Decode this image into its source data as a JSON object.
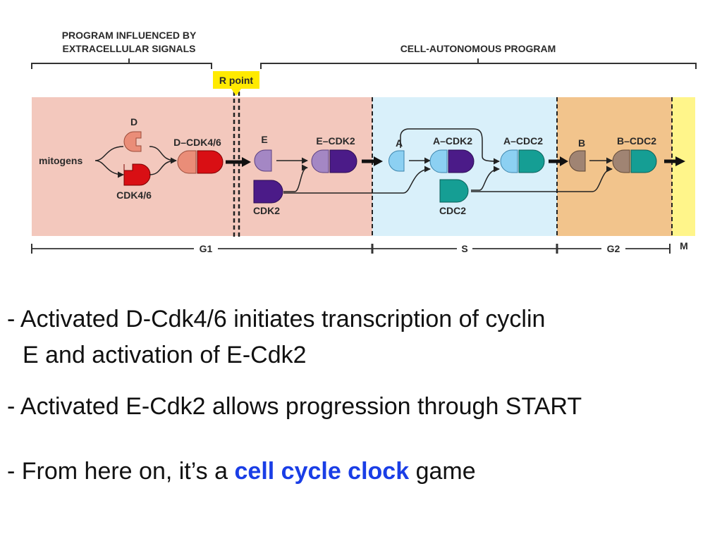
{
  "diagram": {
    "header_left": [
      "PROGRAM INFLUENCED BY",
      "EXTRACELLULAR SIGNALS"
    ],
    "header_right": "CELL-AUTONOMOUS PROGRAM",
    "r_point": "R point",
    "labels": {
      "mitogens": "mitogens",
      "D": "D",
      "CDK46": "CDK4/6",
      "D_CDK46": "D–CDK4/6",
      "E": "E",
      "CDK2": "CDK2",
      "E_CDK2": "E–CDK2",
      "A": "A",
      "A_CDK2": "A–CDK2",
      "A_CDC2": "A–CDC2",
      "CDC2": "CDC2",
      "B": "B",
      "B_CDC2": "B–CDC2"
    },
    "phases": {
      "G1": "G1",
      "S": "S",
      "G2": "G2",
      "M": "M"
    },
    "colors": {
      "g1_band": "#f3c8bd",
      "s_band": "#d9f0fa",
      "g2_band": "#f2c48c",
      "m_band": "#fff58a",
      "rpoint_box": "#ffea00",
      "cyclin_D": "#ea8d78",
      "cdk46": "#d90f14",
      "cyclin_E": "#a487c4",
      "cdk2": "#4b1b88",
      "cyclin_A": "#8cd0f2",
      "cdc2": "#159e94",
      "cyclin_B": "#a08473"
    }
  },
  "bullets": {
    "b1_line1": "- Activated D-Cdk4/6 initiates transcription of cyclin",
    "b1_line2": "E and activation of E-Cdk2",
    "b2": "- Activated E-Cdk2 allows progression through START",
    "b3_pre": "- From here on, it’s a ",
    "b3_highlight": "cell cycle clock",
    "b3_post": " game"
  }
}
